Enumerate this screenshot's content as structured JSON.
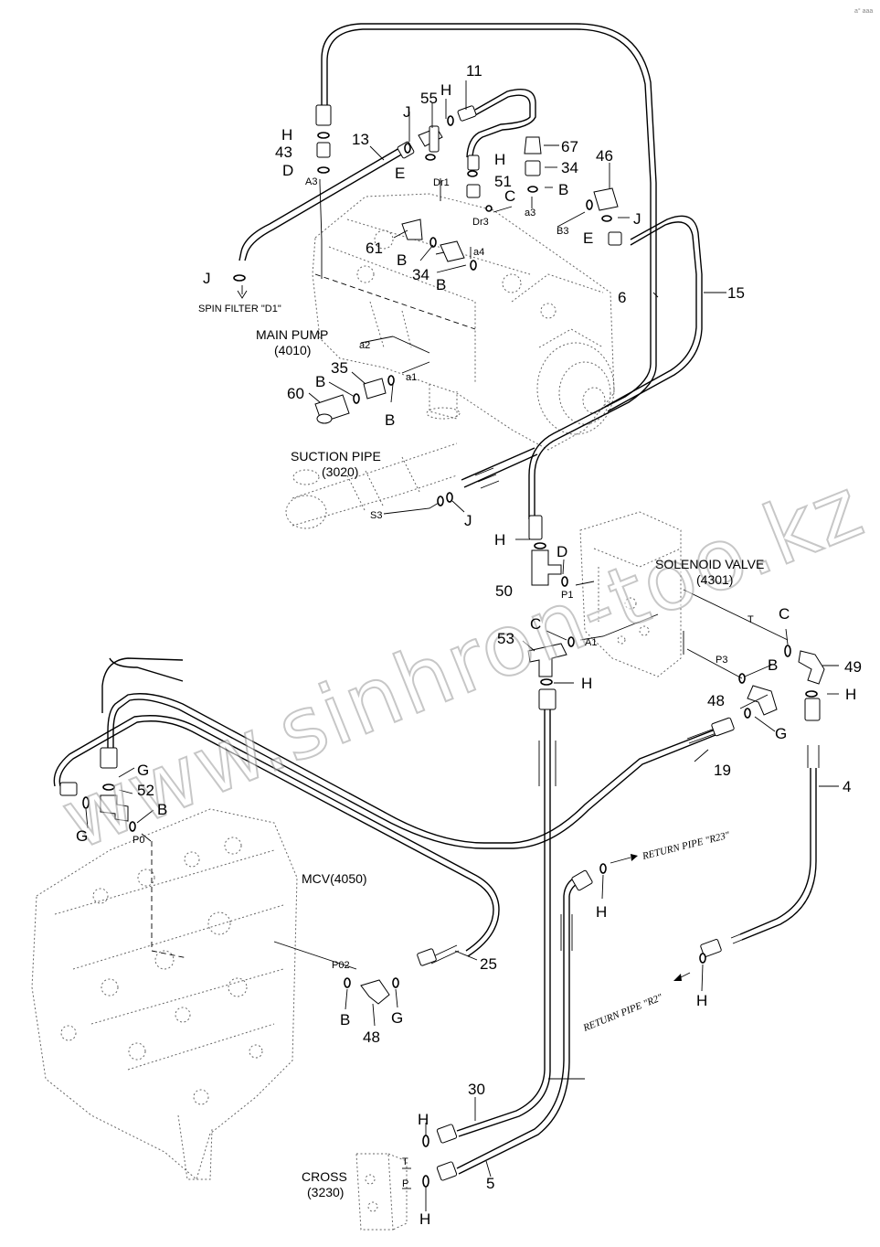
{
  "watermark": "www.sinhron-too.kz",
  "corner_mark": "a° aaa",
  "components": {
    "main_pump": {
      "name": "MAIN PUMP",
      "code": "(4010)"
    },
    "suction_pipe": {
      "name": "SUCTION PIPE",
      "code": "(3020)"
    },
    "solenoid_valve": {
      "name": "SOLENOID VALVE",
      "code": "(4301)"
    },
    "mcv": {
      "name": "MCV(4050)"
    },
    "cross": {
      "name": "CROSS",
      "code": "(3230)"
    }
  },
  "notes": {
    "spin_filter": "SPIN FILTER \"D1\"",
    "return_r23": "RETURN PIPE \"R23\"",
    "return_r2": "RETURN PIPE \"R2\""
  },
  "part_numbers": {
    "n11": "11",
    "n55": "55",
    "n13": "13",
    "n43": "43",
    "n67": "67",
    "n34a": "34",
    "n46": "46",
    "n51": "51",
    "n61": "61",
    "n34b": "34",
    "n6": "6",
    "n15": "15",
    "n35": "35",
    "n60": "60",
    "n50": "50",
    "n53": "53",
    "n49": "49",
    "n48a": "48",
    "n19": "19",
    "n4": "4",
    "n52": "52",
    "n25": "25",
    "n48b": "48",
    "n30": "30",
    "n5": "5"
  },
  "seal_letters": {
    "H1": "H",
    "H2": "H",
    "H3": "H",
    "J1": "J",
    "D1": "D",
    "E1": "E",
    "C1": "C",
    "B1": "B",
    "E2": "E",
    "J2": "J",
    "B2": "B",
    "B3": "B",
    "J3": "J",
    "B4": "B",
    "B5": "B",
    "J4": "J",
    "H4": "H",
    "D2": "D",
    "C2": "C",
    "H5": "H",
    "C3": "C",
    "B6": "B",
    "H6": "H",
    "G1": "G",
    "G2": "G",
    "B7": "B",
    "G3": "G",
    "H7": "H",
    "H8": "H",
    "B8": "B",
    "G4": "G",
    "H9": "H",
    "H10": "H"
  },
  "ports": {
    "A3": "A3",
    "Dr1": "Dr1",
    "Dr3": "Dr3",
    "a3": "a3",
    "B3": "B3",
    "a4": "a4",
    "a2": "a2",
    "a1": "a1",
    "S3": "S3",
    "P1": "P1",
    "A1": "A1",
    "T1": "T",
    "P3": "P3",
    "P0": "P0",
    "P02": "P02",
    "T2": "T",
    "P2": "P"
  }
}
